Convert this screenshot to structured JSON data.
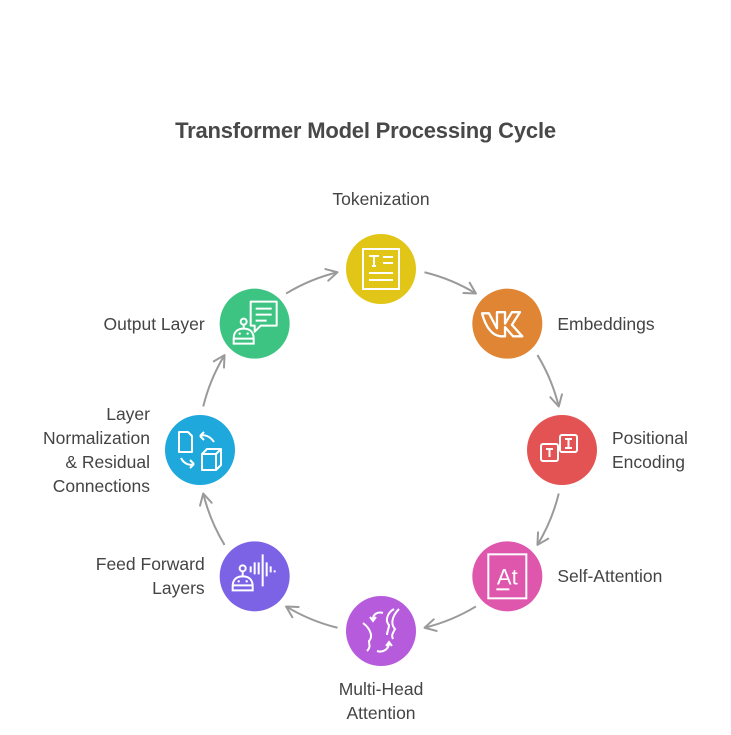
{
  "title": "Transformer Model Processing Cycle",
  "nodes": [
    {
      "id": "tokenization",
      "label": "Tokenization",
      "color": "#E2C617",
      "icon": "text-document-icon"
    },
    {
      "id": "embeddings",
      "label": "Embeddings",
      "color": "#E08533",
      "icon": "vk-logo-icon"
    },
    {
      "id": "positional-encoding",
      "label": "Positional\nEncoding",
      "color": "#E45353",
      "icon": "text-tiles-icon"
    },
    {
      "id": "self-attention",
      "label": "Self-Attention",
      "color": "#DF56AD",
      "icon": "text-style-icon"
    },
    {
      "id": "multi-head-attention",
      "label": "Multi-Head\nAttention",
      "color": "#B75BDD",
      "icon": "two-heads-exchange-icon"
    },
    {
      "id": "feed-forward-layers",
      "label": "Feed Forward\nLayers",
      "color": "#7C63E6",
      "icon": "robot-voice-icon"
    },
    {
      "id": "layer-normalization",
      "label": "Layer\nNormalization\n& Residual\nConnections",
      "color": "#1FA8DB",
      "icon": "file-to-cube-icon"
    },
    {
      "id": "output-layer",
      "label": "Output Layer",
      "color": "#3DC483",
      "icon": "robot-chat-icon"
    }
  ],
  "arrow_color": "#9A9A9A"
}
